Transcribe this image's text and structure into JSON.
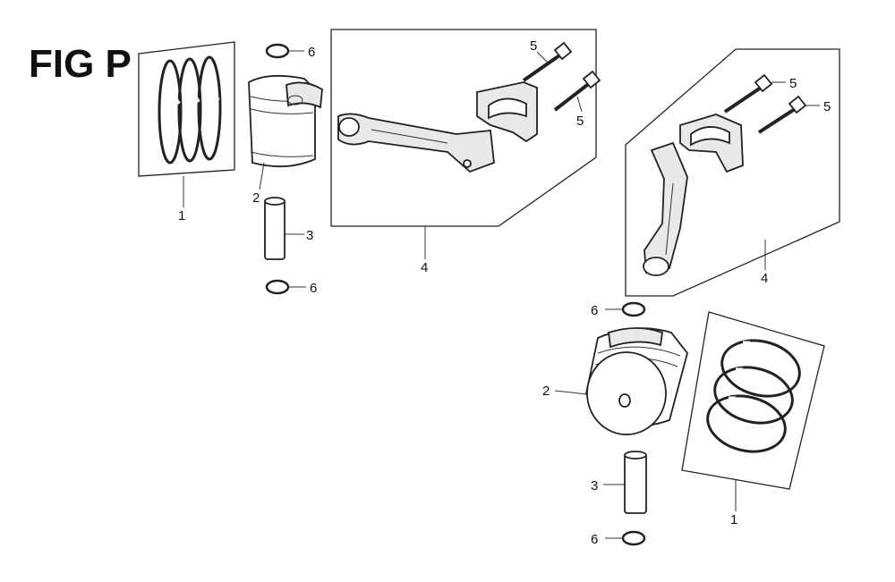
{
  "figure": {
    "title": "FIG P"
  },
  "callouts": {
    "ring_set_a": "1",
    "piston_a": "2",
    "pin_a": "3",
    "rod_assembly_a": "4",
    "bolt_a1": "5",
    "bolt_a2": "5",
    "clip_a1": "6",
    "clip_a2": "6",
    "rod_assembly_b": "4",
    "bolt_b1": "5",
    "bolt_b2": "5",
    "clip_b1": "6",
    "piston_b": "2",
    "pin_b": "3",
    "clip_b2": "6",
    "ring_set_b": "1"
  }
}
